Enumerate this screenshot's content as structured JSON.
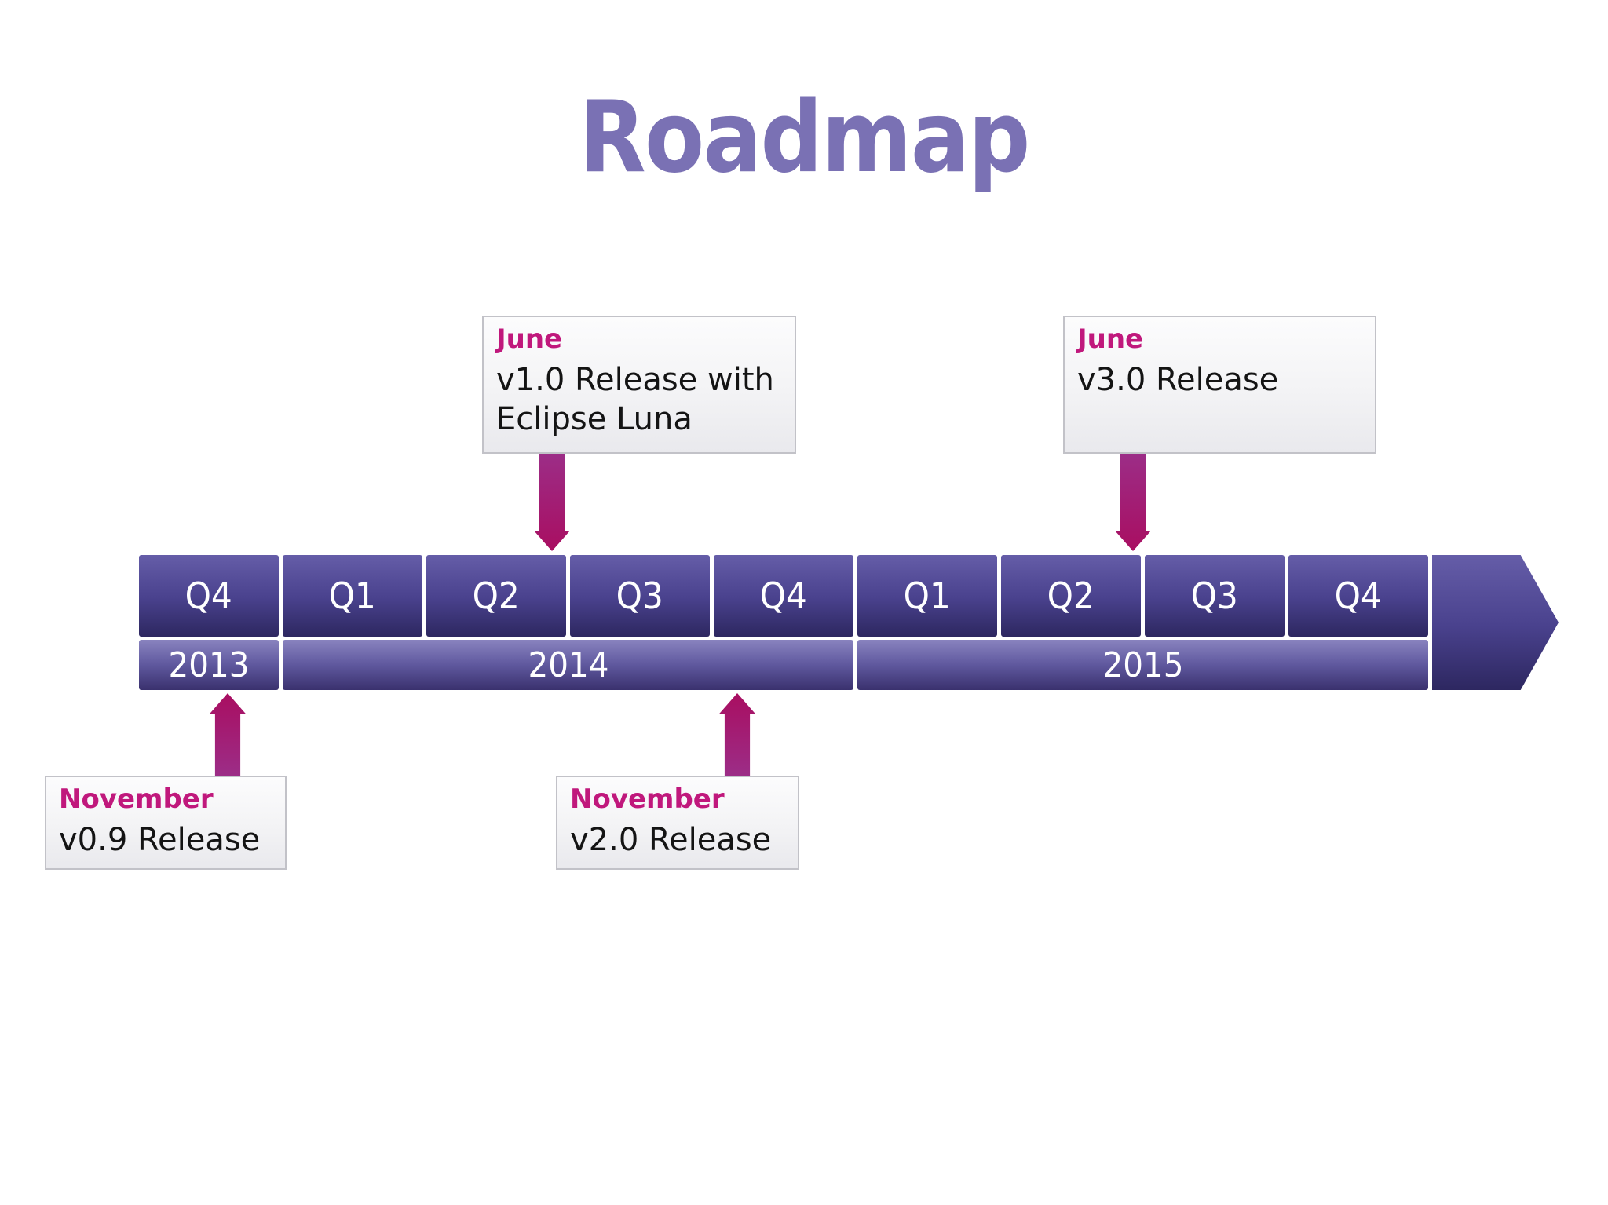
{
  "title": "Roadmap",
  "timeline": {
    "quarters": [
      {
        "label": "Q4",
        "year": "2013"
      },
      {
        "label": "Q1",
        "year": "2014"
      },
      {
        "label": "Q2",
        "year": "2014"
      },
      {
        "label": "Q3",
        "year": "2014"
      },
      {
        "label": "Q4",
        "year": "2014"
      },
      {
        "label": "Q1",
        "year": "2015"
      },
      {
        "label": "Q2",
        "year": "2015"
      },
      {
        "label": "Q3",
        "year": "2015"
      },
      {
        "label": "Q4",
        "year": "2015"
      }
    ],
    "years": [
      {
        "label": "2013"
      },
      {
        "label": "2014"
      },
      {
        "label": "2015"
      }
    ]
  },
  "callouts": [
    {
      "month": "June",
      "body": "v1.0 Release with Eclipse Luna",
      "position": "above",
      "points_to": "Q2 2014"
    },
    {
      "month": "June",
      "body": "v3.0 Release",
      "position": "above",
      "points_to": "Q2 2015"
    },
    {
      "month": "November",
      "body": "v0.9 Release",
      "position": "below",
      "points_to": "Q4 2013"
    },
    {
      "month": "November",
      "body": "v2.0 Release",
      "position": "below",
      "points_to": "Q4 2014"
    }
  ],
  "colors": {
    "title_text": "#7a71b4",
    "bar_gradient_top": "#655da8",
    "bar_gradient_bottom": "#2d2760",
    "year_gradient_top": "#8983bf",
    "year_gradient_bottom": "#3a316e",
    "month_accent": "#c0187c",
    "arrow_purple": "#9c2d87",
    "arrow_crimson": "#a90e61",
    "callout_bg_top": "#fcfcfd",
    "callout_bg_bottom": "#e9e9ed",
    "callout_border": "#c2c2c8"
  }
}
